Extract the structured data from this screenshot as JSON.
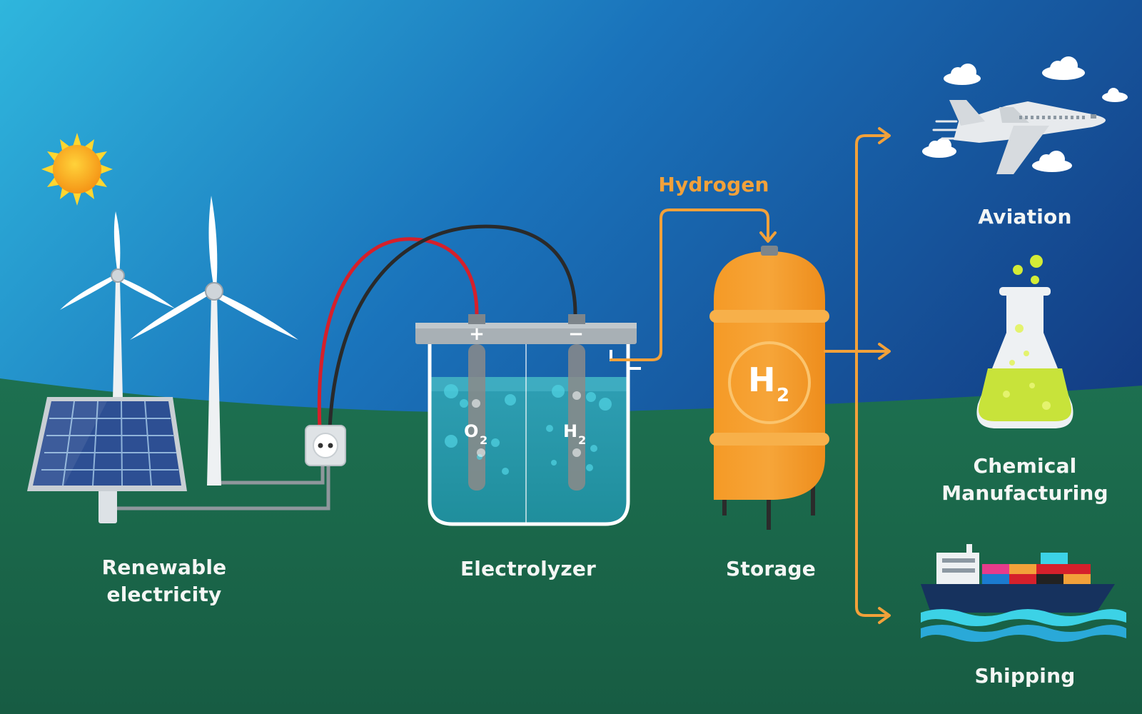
{
  "labels": {
    "renewable_line1": "Renewable",
    "renewable_line2": "electricity",
    "electrolyzer": "Electrolyzer",
    "storage": "Storage",
    "hydrogen": "Hydrogen",
    "aviation": "Aviation",
    "chemical_line1": "Chemical",
    "chemical_line2": "Manufacturing",
    "shipping": "Shipping"
  },
  "electrolyzer": {
    "positive_symbol": "+",
    "negative_symbol": "−",
    "anode_gas": "O",
    "anode_sub": "2",
    "cathode_gas": "H",
    "cathode_sub": "2"
  },
  "tank": {
    "symbol": "H",
    "sub": "2"
  },
  "colors": {
    "sky_top": "#2fb6dd",
    "sky_bottom": "#153f86",
    "ground": "#1d6b4e",
    "accent_orange": "#f2a13a",
    "label_white": "#f4f6f4"
  }
}
